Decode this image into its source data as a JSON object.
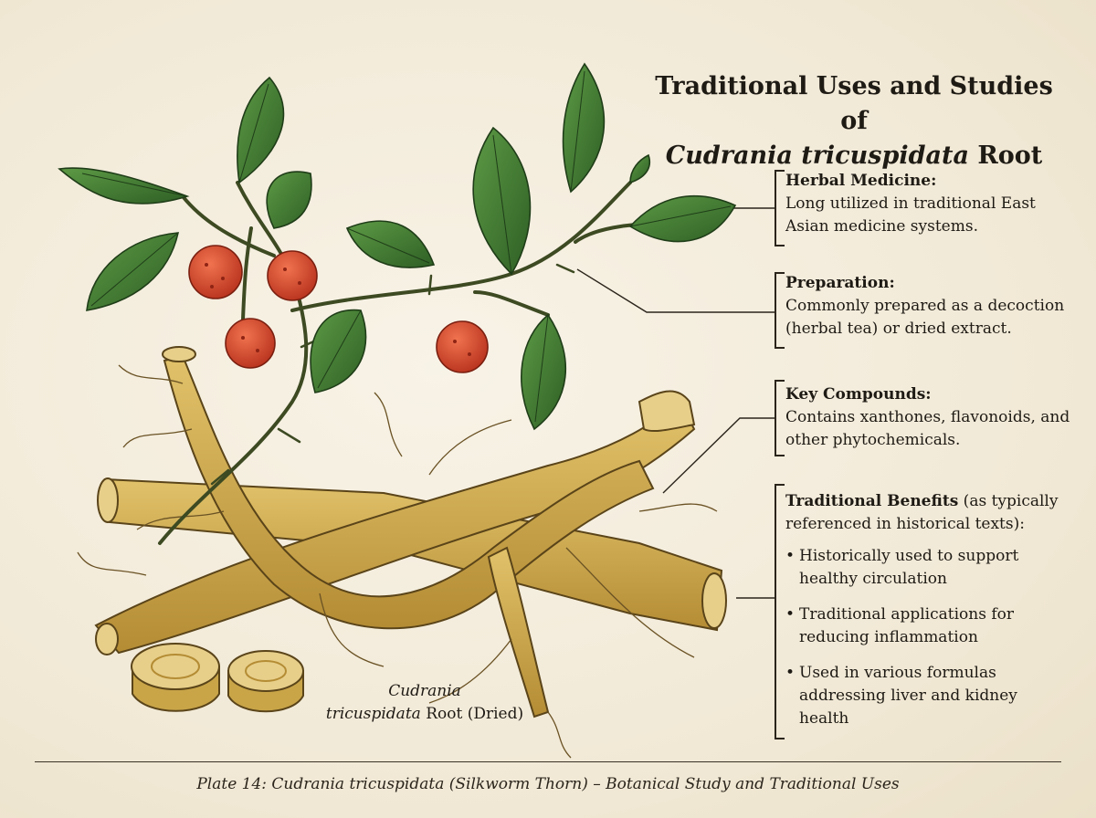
{
  "title": {
    "line1": "Traditional Uses and Studies of",
    "species": "Cudrania tricuspidata",
    "suffix": " Root"
  },
  "sections": [
    {
      "heading": "Herbal Medicine:",
      "text": "Long utilized in traditional East Asian medicine systems."
    },
    {
      "heading": "Preparation:",
      "text": "Commonly prepared as a decoction (herbal tea) or dried extract."
    },
    {
      "heading": "Key Compounds:",
      "text": "Contains xanthones, flavonoids, and other phytochemicals."
    }
  ],
  "benefits": {
    "heading": "Traditional Benefits",
    "note": " (as typically referenced in historical texts):",
    "items": [
      "Historically used to support healthy circulation",
      "Traditional applications for reducing inflammation",
      "Used in various formulas addressing liver and kidney health"
    ]
  },
  "plant_label": {
    "species": "Cudrania",
    "species2": "tricuspidata",
    "rest": " Root (Dried)"
  },
  "caption": "Plate 14: Cudrania tricuspidata (Silkworm Thorn) – Botanical Study and Traditional Uses",
  "colors": {
    "background": "#f3ecdc",
    "leaf": "#3f7a32",
    "berry": "#d9482e",
    "root": "#c9a548",
    "ink": "#1e1a14"
  }
}
